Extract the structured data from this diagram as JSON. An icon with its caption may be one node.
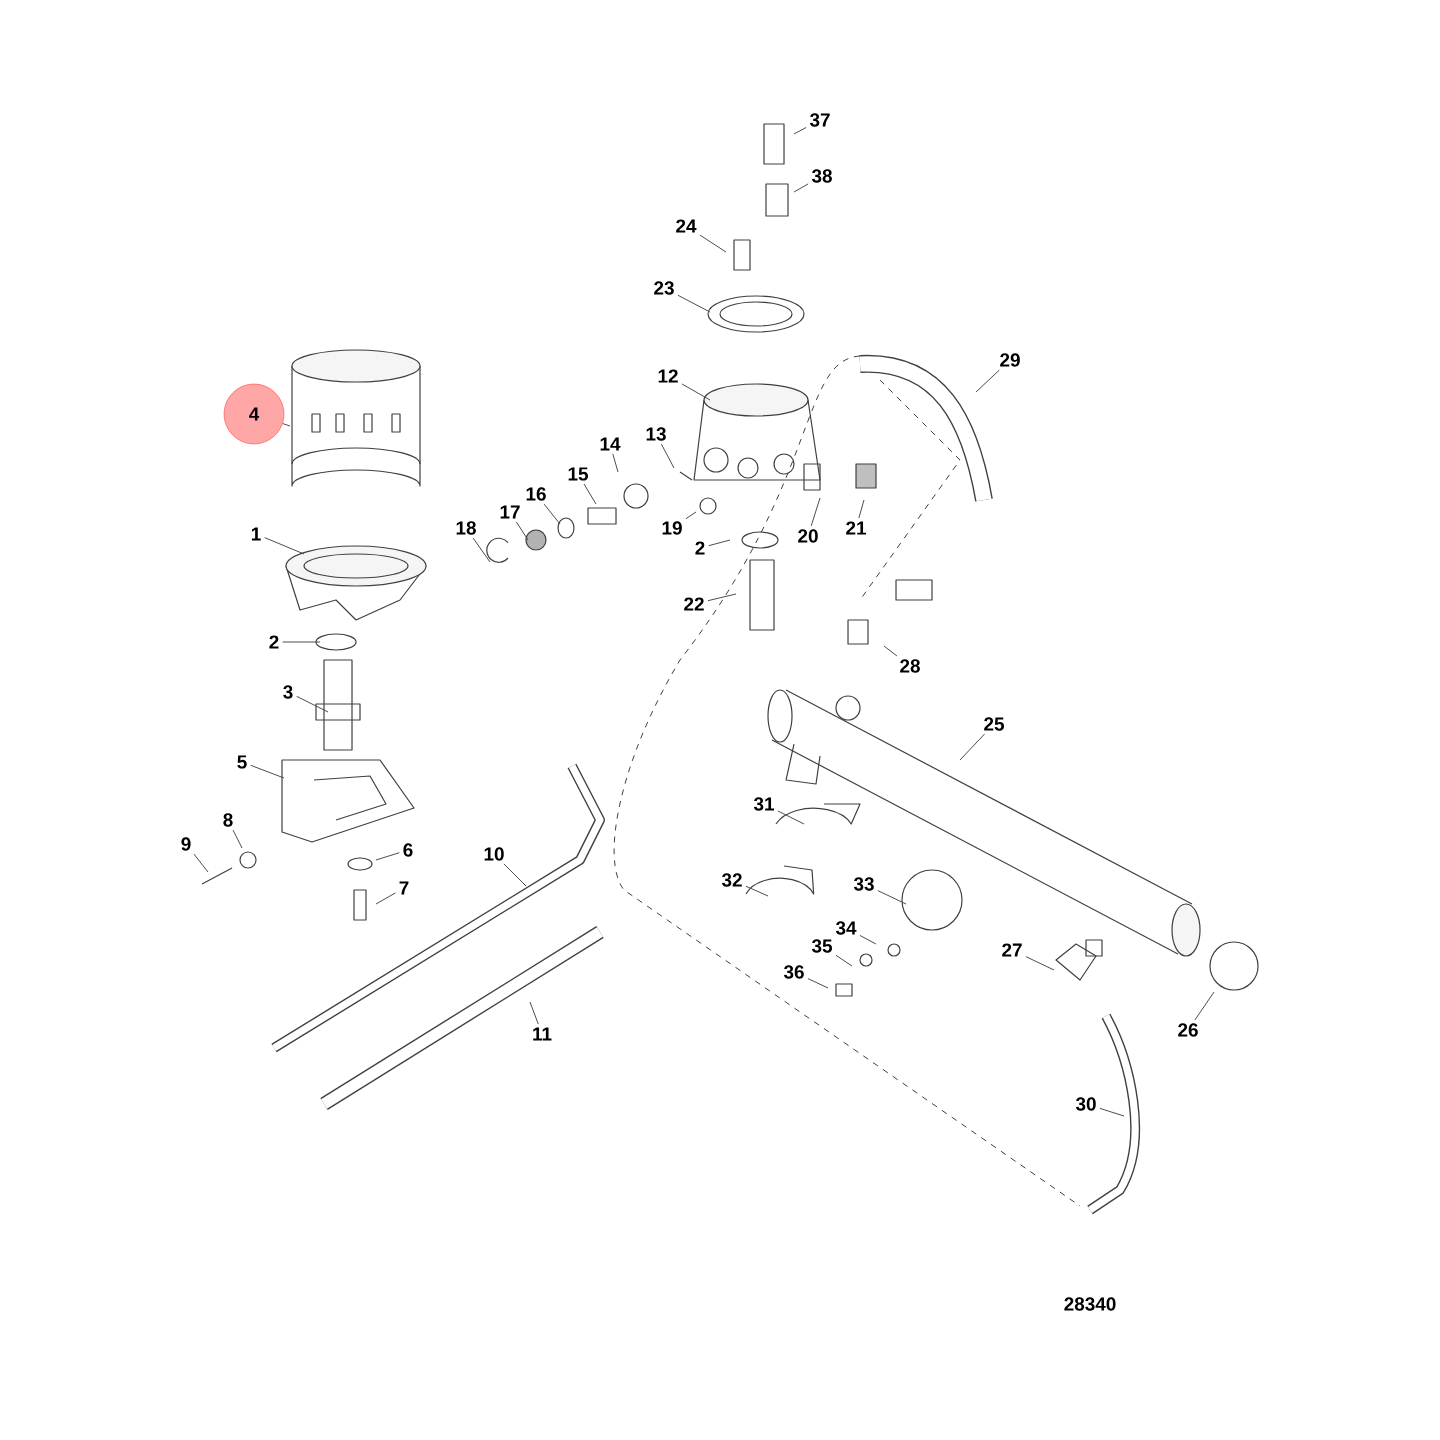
{
  "diagram": {
    "nodes": [
      {
        "text": [
          "37"
        ]
      },
      {
        "text": [
          "38"
        ]
      },
      {
        "text": [
          "24"
        ]
      },
      {
        "text": [
          "23"
        ]
      },
      {
        "text": [
          "29"
        ]
      },
      {
        "text": [
          "12"
        ]
      },
      {
        "text": [
          "4"
        ]
      },
      {
        "text": [
          "13"
        ]
      },
      {
        "text": [
          "14"
        ]
      },
      {
        "text": [
          "15"
        ]
      },
      {
        "text": [
          "16"
        ]
      },
      {
        "text": [
          "17"
        ]
      },
      {
        "text": [
          "1"
        ]
      },
      {
        "text": [
          "18"
        ]
      },
      {
        "text": [
          "19"
        ]
      },
      {
        "text": [
          "21"
        ]
      },
      {
        "text": [
          "20"
        ]
      },
      {
        "text": [
          "2"
        ]
      },
      {
        "text": [
          "22"
        ]
      },
      {
        "text": [
          "2"
        ]
      },
      {
        "text": [
          "28"
        ]
      },
      {
        "text": [
          "3"
        ]
      },
      {
        "text": [
          "25"
        ]
      },
      {
        "text": [
          "5"
        ]
      },
      {
        "text": [
          "31"
        ]
      },
      {
        "text": [
          "8"
        ]
      },
      {
        "text": [
          "9"
        ]
      },
      {
        "text": [
          "6"
        ]
      },
      {
        "text": [
          "10"
        ]
      },
      {
        "text": [
          "32"
        ]
      },
      {
        "text": [
          "33"
        ]
      },
      {
        "text": [
          "7"
        ]
      },
      {
        "text": [
          "34"
        ]
      },
      {
        "text": [
          "35"
        ]
      },
      {
        "text": [
          "27"
        ]
      },
      {
        "text": [
          "36"
        ]
      },
      {
        "text": [
          "26"
        ]
      },
      {
        "text": [
          "11"
        ]
      },
      {
        "text": [
          "30"
        ]
      }
    ],
    "edges": [
      {
        "from": 0,
        "to": null,
        "arrow": "none"
      },
      {
        "from": 1,
        "to": null,
        "arrow": "none"
      },
      {
        "from": 2,
        "to": null,
        "arrow": "none"
      },
      {
        "from": 3,
        "to": null,
        "arrow": "none"
      },
      {
        "from": 4,
        "to": null,
        "arrow": "none"
      },
      {
        "from": 5,
        "to": null,
        "arrow": "none"
      },
      {
        "from": 6,
        "to": null,
        "arrow": "none"
      },
      {
        "from": 7,
        "to": null,
        "arrow": "none"
      },
      {
        "from": 8,
        "to": null,
        "arrow": "none"
      },
      {
        "from": 9,
        "to": null,
        "arrow": "none"
      },
      {
        "from": 10,
        "to": null,
        "arrow": "none"
      },
      {
        "from": 11,
        "to": null,
        "arrow": "none"
      },
      {
        "from": 12,
        "to": null,
        "arrow": "none"
      },
      {
        "from": 13,
        "to": null,
        "arrow": "none"
      },
      {
        "from": 14,
        "to": null,
        "arrow": "none"
      },
      {
        "from": 15,
        "to": null,
        "arrow": "none"
      },
      {
        "from": 16,
        "to": null,
        "arrow": "none"
      },
      {
        "from": 17,
        "to": null,
        "arrow": "none"
      },
      {
        "from": 18,
        "to": null,
        "arrow": "none"
      },
      {
        "from": 19,
        "to": null,
        "arrow": "none"
      },
      {
        "from": 20,
        "to": null,
        "arrow": "none"
      },
      {
        "from": 21,
        "to": null,
        "arrow": "none"
      },
      {
        "from": 22,
        "to": null,
        "arrow": "none"
      },
      {
        "from": 23,
        "to": null,
        "arrow": "none"
      },
      {
        "from": 24,
        "to": null,
        "arrow": "none"
      },
      {
        "from": 25,
        "to": null,
        "arrow": "none"
      },
      {
        "from": 26,
        "to": null,
        "arrow": "none"
      },
      {
        "from": 27,
        "to": null,
        "arrow": "none"
      },
      {
        "from": 28,
        "to": null,
        "arrow": "none"
      },
      {
        "from": 29,
        "to": null,
        "arrow": "none"
      },
      {
        "from": 30,
        "to": null,
        "arrow": "none"
      },
      {
        "from": 31,
        "to": null,
        "arrow": "none"
      },
      {
        "from": 32,
        "to": null,
        "arrow": "none"
      },
      {
        "from": 33,
        "to": null,
        "arrow": "none"
      },
      {
        "from": 34,
        "to": null,
        "arrow": "none"
      },
      {
        "from": 35,
        "to": null,
        "arrow": "none"
      },
      {
        "from": 36,
        "to": null,
        "arrow": "none"
      },
      {
        "from": 37,
        "to": null,
        "arrow": "none"
      },
      {
        "from": 38,
        "to": null,
        "arrow": "none"
      }
    ],
    "labels": [
      "28340"
    ]
  }
}
